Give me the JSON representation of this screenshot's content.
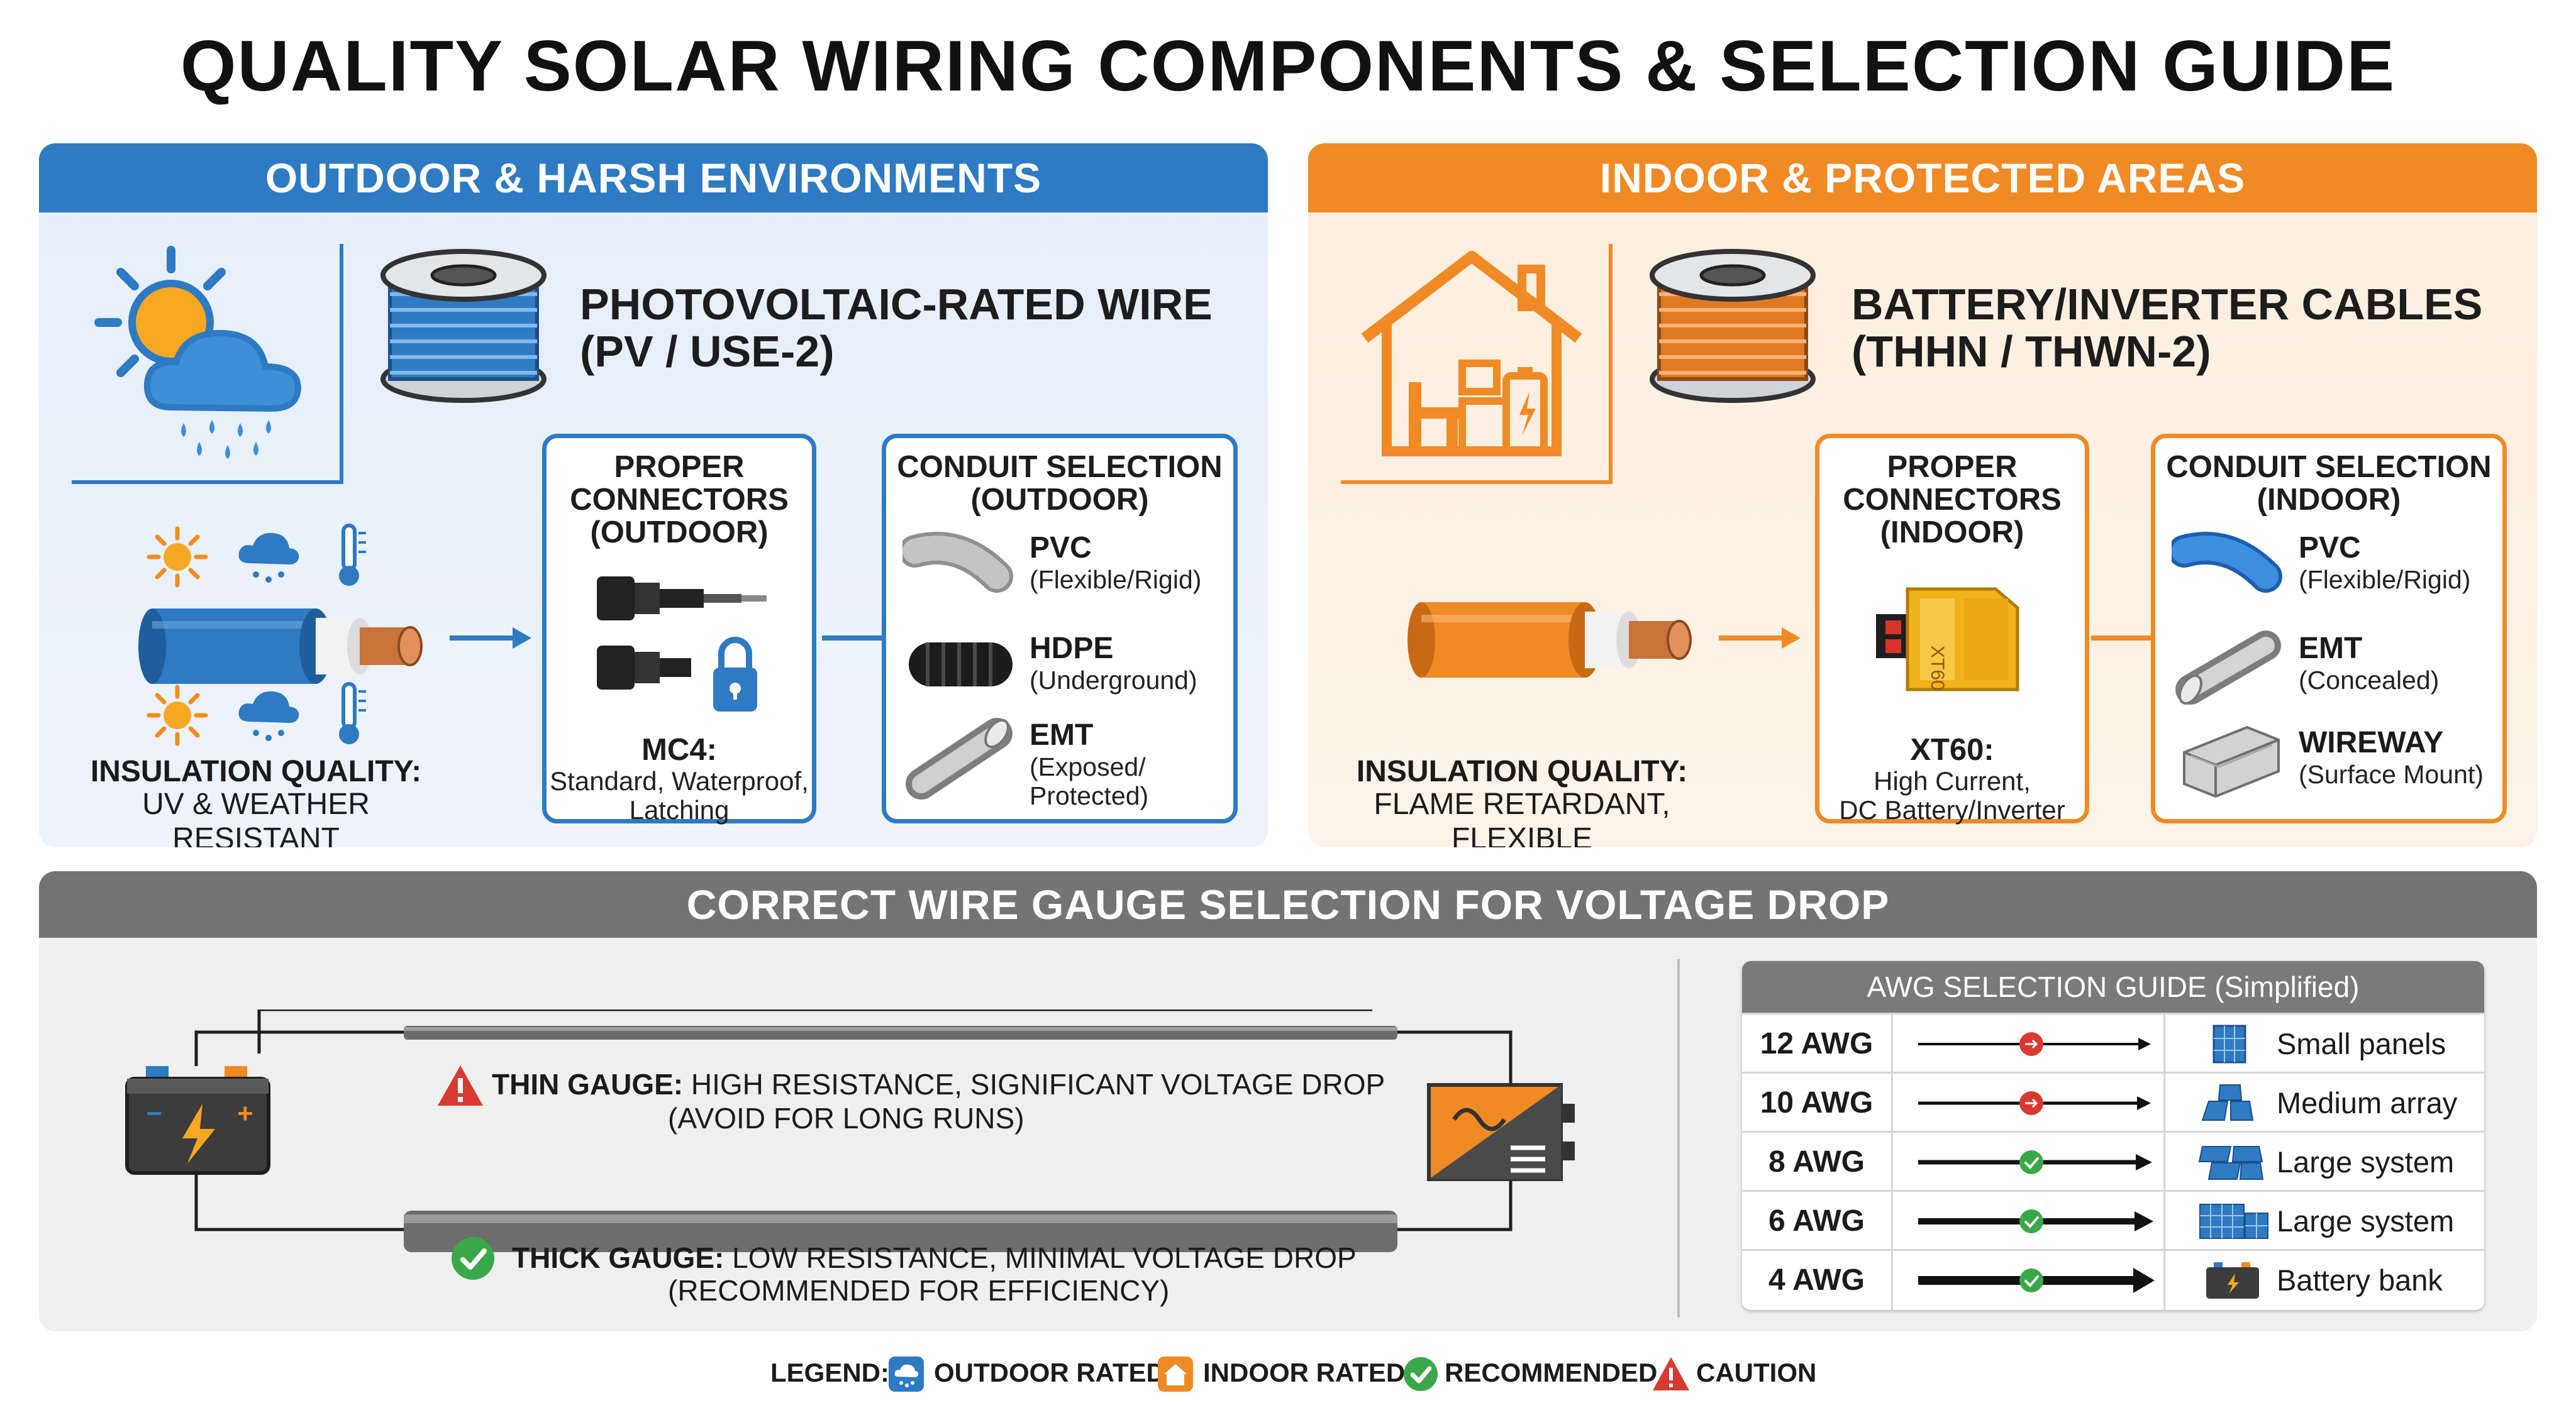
{
  "title": "QUALITY SOLAR WIRING COMPONENTS & SELECTION GUIDE",
  "colors": {
    "outdoor_blue": "#2e7ac3",
    "indoor_orange": "#f08a25",
    "gauge_gray": "#747474",
    "recommended_green": "#3aa84a",
    "caution_red": "#d93a30"
  },
  "outdoor": {
    "header": "OUTDOOR & HARSH ENVIRONMENTS",
    "wire_title_line1": "PHOTOVOLTAIC-RATED WIRE",
    "wire_title_line2": "(PV / USE-2)",
    "insulation_label": "INSULATION QUALITY:",
    "insulation_value": "UV & WEATHER RESISTANT",
    "connectors": {
      "title_line1": "PROPER",
      "title_line2": "CONNECTORS",
      "title_line3": "(OUTDOOR)",
      "name": "MC4:",
      "desc_line1": "Standard, Waterproof,",
      "desc_line2": "Latching"
    },
    "conduit": {
      "title_line1": "CONDUIT SELECTION",
      "title_line2": "(OUTDOOR)",
      "items": [
        {
          "name": "PVC",
          "sub": "(Flexible/Rigid)",
          "icon": "pvc-flex-conduit-icon"
        },
        {
          "name": "HDPE",
          "sub": "(Underground)",
          "icon": "hdpe-conduit-icon"
        },
        {
          "name": "EMT",
          "sub": "(Exposed/",
          "sub2": "Protected)",
          "icon": "emt-pipe-icon"
        }
      ]
    }
  },
  "indoor": {
    "header": "INDOOR & PROTECTED AREAS",
    "wire_title_line1": "BATTERY/INVERTER CABLES",
    "wire_title_line2": "(THHN / THWN-2)",
    "insulation_label": "INSULATION QUALITY:",
    "insulation_value": "FLAME RETARDANT, FLEXIBLE",
    "connectors": {
      "title_line1": "PROPER",
      "title_line2": "CONNECTORS",
      "title_line3": "(INDOOR)",
      "name": "XT60:",
      "desc_line1": "High Current,",
      "desc_line2": "DC Battery/Inverter",
      "connector_marking": "XT60"
    },
    "conduit": {
      "title_line1": "CONDUIT SELECTION",
      "title_line2": "(INDOOR)",
      "items": [
        {
          "name": "PVC",
          "sub": "(Flexible/Rigid)",
          "icon": "pvc-flex-conduit-icon"
        },
        {
          "name": "EMT",
          "sub": "(Concealed)",
          "icon": "emt-pipe-icon"
        },
        {
          "name": "WIREWAY",
          "sub": "(Surface Mount)",
          "icon": "wireway-icon"
        }
      ]
    }
  },
  "gauge": {
    "header": "CORRECT WIRE GAUGE SELECTION FOR VOLTAGE DROP",
    "thin_label": "THIN GAUGE:",
    "thin_text": "HIGH RESISTANCE, SIGNIFICANT VOLTAGE DROP",
    "thin_note": "(AVOID FOR LONG RUNS)",
    "thick_label": "THICK GAUGE:",
    "thick_text": "LOW RESISTANCE, MINIMAL VOLTAGE DROP",
    "thick_note": "(RECOMMENDED FOR EFFICIENCY)",
    "awg_table": {
      "header": "AWG SELECTION GUIDE (Simplified)",
      "rows": [
        {
          "gauge": "12 AWG",
          "status": "caution",
          "use": "Small panels",
          "icon": "single-panel-icon"
        },
        {
          "gauge": "10 AWG",
          "status": "caution",
          "use": "Medium array",
          "icon": "panel-array-icon"
        },
        {
          "gauge": "8 AWG",
          "status": "recommended",
          "use": "Large system",
          "icon": "panel-array-icon"
        },
        {
          "gauge": "6 AWG",
          "status": "recommended",
          "use": "Large system",
          "icon": "large-panel-array-icon"
        },
        {
          "gauge": "4 AWG",
          "status": "recommended",
          "use": "Battery bank",
          "icon": "battery-icon"
        }
      ]
    }
  },
  "legend": {
    "label": "LEGEND:",
    "items": [
      {
        "text": "OUTDOOR RATED",
        "icon": "outdoor-rated-icon"
      },
      {
        "text": "INDOOR RATED",
        "icon": "indoor-rated-icon"
      },
      {
        "text": "RECOMMENDED",
        "icon": "check-icon"
      },
      {
        "text": "CAUTION",
        "icon": "warning-icon"
      }
    ]
  }
}
